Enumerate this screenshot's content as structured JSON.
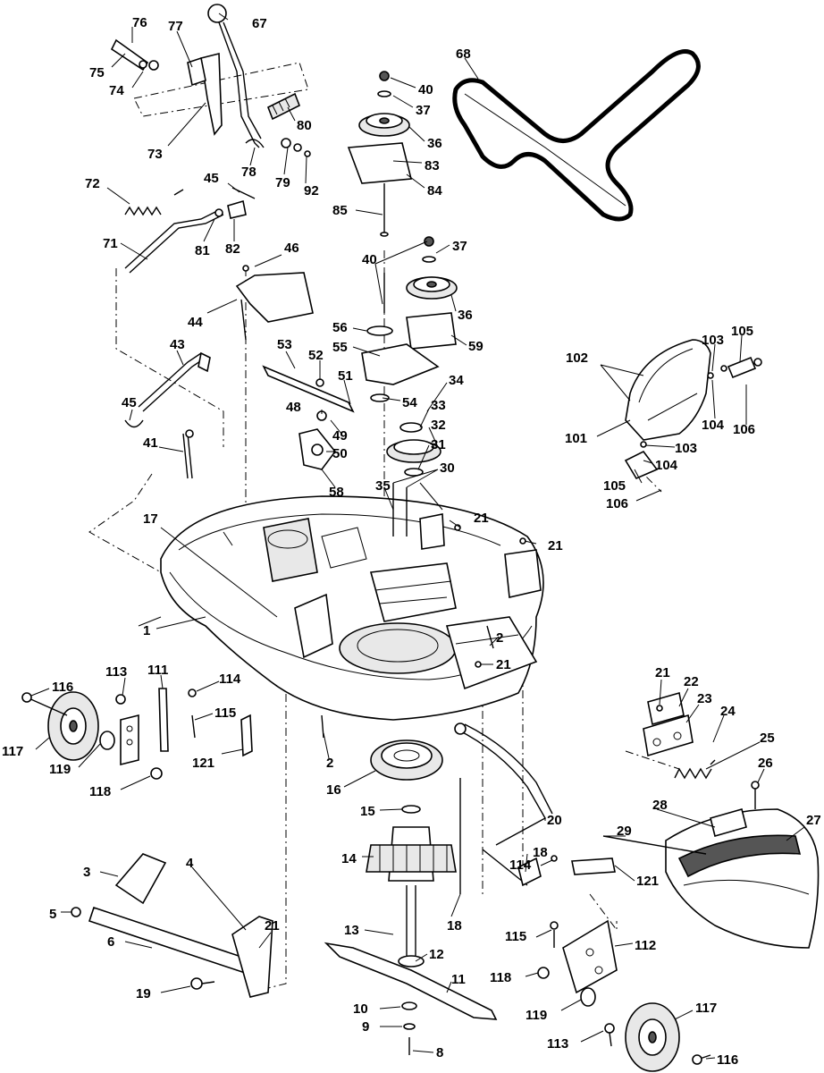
{
  "diagram": {
    "background": "#ffffff",
    "ink": "#000000",
    "callouts": [
      "76",
      "77",
      "67",
      "75",
      "74",
      "73",
      "78",
      "79",
      "92",
      "80",
      "72",
      "45",
      "81",
      "82",
      "71",
      "46",
      "44",
      "43",
      "45b",
      "41",
      "17",
      "1",
      "68",
      "40",
      "37",
      "36",
      "83",
      "84",
      "85",
      "40b",
      "37b",
      "36b",
      "56",
      "55",
      "59",
      "53",
      "52",
      "51",
      "48",
      "49",
      "50",
      "58",
      "34",
      "54",
      "33",
      "32",
      "31",
      "30",
      "35",
      "21",
      "21b",
      "21c",
      "2",
      "2b",
      "102",
      "101",
      "103",
      "104",
      "105",
      "106",
      "103b",
      "104b",
      "105b",
      "106b",
      "116",
      "113",
      "111",
      "114",
      "115",
      "117",
      "119",
      "118",
      "121",
      "16",
      "15",
      "14",
      "13",
      "12",
      "11",
      "10",
      "9",
      "8",
      "18",
      "18b",
      "20",
      "114b",
      "121b",
      "112",
      "115b",
      "118b",
      "119b",
      "113b",
      "117b",
      "116b",
      "3",
      "4",
      "5",
      "6",
      "21d",
      "19",
      "22",
      "23",
      "24",
      "25",
      "26",
      "27",
      "28",
      "29",
      "21e"
    ],
    "labels": {
      "76": "76",
      "77": "77",
      "67": "67",
      "75": "75",
      "74": "74",
      "73": "73",
      "78": "78",
      "79": "79",
      "92": "92",
      "80": "80",
      "72": "72",
      "45": "45",
      "81": "81",
      "82": "82",
      "71": "71",
      "46": "46",
      "44": "44",
      "43": "43",
      "45b": "45",
      "41": "41",
      "17": "17",
      "1": "1",
      "68": "68",
      "40": "40",
      "37": "37",
      "36": "36",
      "83": "83",
      "84": "84",
      "85": "85",
      "40b": "40",
      "37b": "37",
      "36b": "36",
      "56": "56",
      "55": "55",
      "59": "59",
      "53": "53",
      "52": "52",
      "51": "51",
      "48": "48",
      "49": "49",
      "50": "50",
      "58": "58",
      "34": "34",
      "54": "54",
      "33": "33",
      "32": "32",
      "31": "31",
      "30": "30",
      "35": "35",
      "21": "21",
      "21b": "21",
      "21c": "21",
      "2": "2",
      "2b": "2",
      "102": "102",
      "101": "101",
      "103": "103",
      "104": "104",
      "105": "105",
      "106": "106",
      "103b": "103",
      "104b": "104",
      "105b": "105",
      "106b": "106",
      "116": "116",
      "113": "113",
      "111": "111",
      "114": "114",
      "115": "115",
      "117": "117",
      "119": "119",
      "118": "118",
      "121": "121",
      "16": "16",
      "15": "15",
      "14": "14",
      "13": "13",
      "12": "12",
      "11": "11",
      "10": "10",
      "9": "9",
      "8": "8",
      "18": "18",
      "18b": "18",
      "20": "20",
      "114b": "114",
      "121b": "121",
      "112": "112",
      "115b": "115",
      "118b": "118",
      "119b": "119",
      "113b": "113",
      "117b": "117",
      "116b": "116",
      "3": "3",
      "4": "4",
      "5": "5",
      "6": "6",
      "21d": "21",
      "19": "19",
      "22": "22",
      "23": "23",
      "24": "24",
      "25": "25",
      "26": "26",
      "27": "27",
      "28": "28",
      "29": "29",
      "21e": "21"
    }
  }
}
